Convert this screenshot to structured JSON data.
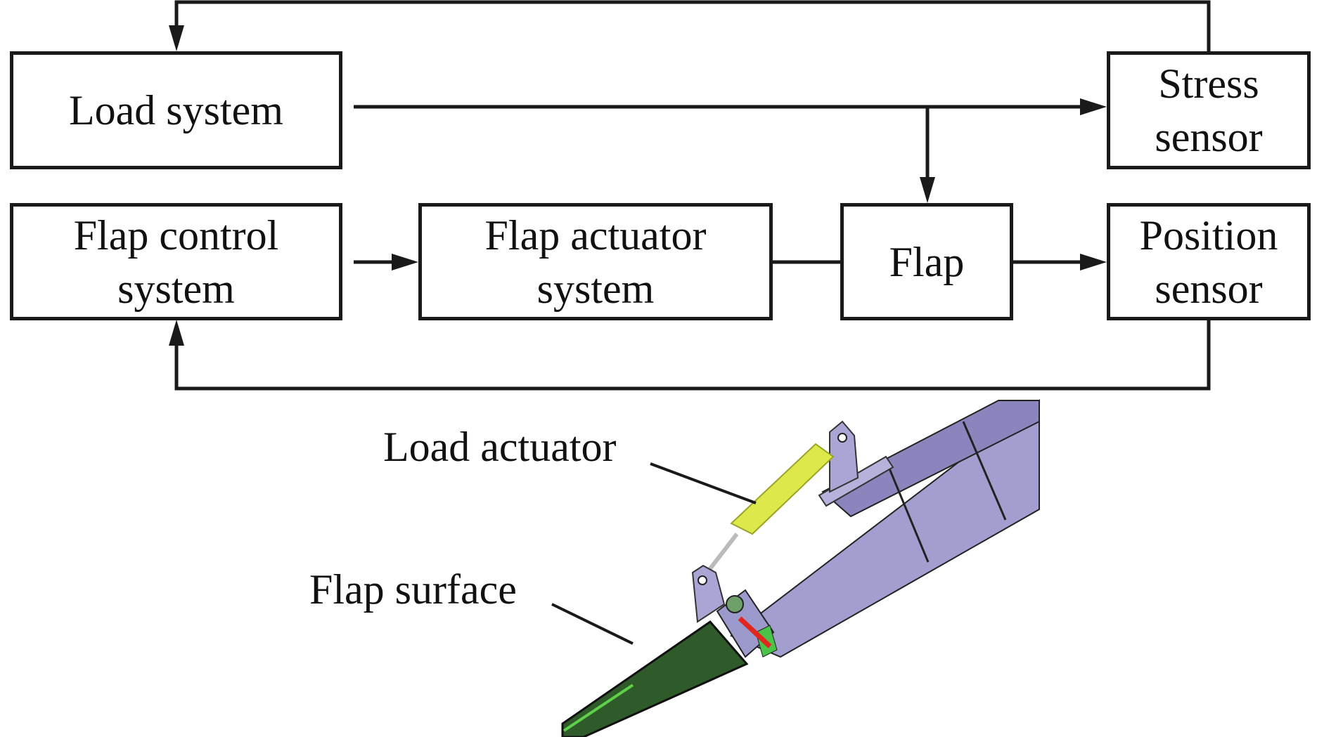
{
  "blocks": {
    "load_system": "Load system",
    "stress_sensor_l1": "Stress",
    "stress_sensor_l2": "sensor",
    "flap_control_l1": "Flap control",
    "flap_control_l2": "system",
    "flap_actuator_l1": "Flap actuator",
    "flap_actuator_l2": "system",
    "flap": "Flap",
    "position_sensor_l1": "Position",
    "position_sensor_l2": "sensor"
  },
  "illustration": {
    "load_actuator_label": "Load actuator",
    "flap_surface_label": "Flap surface",
    "colors": {
      "structure": "#a29fd0",
      "structure_dark": "#8a86bd",
      "actuator": "#dde84a",
      "flap_surface": "#2f5a2a",
      "flap_edge": "#5fd04a",
      "red_link": "#e0261f"
    }
  }
}
